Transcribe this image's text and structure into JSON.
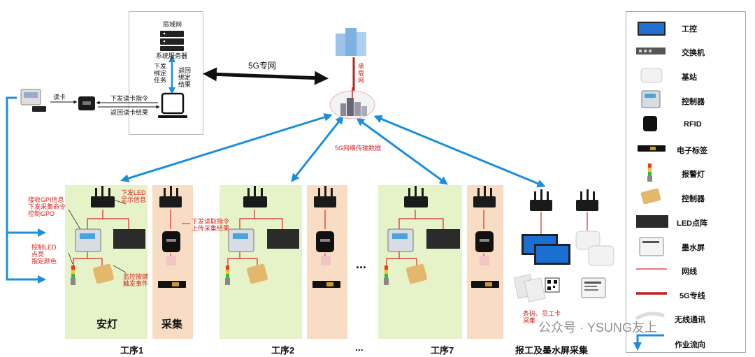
{
  "server_panel": {
    "lan": "局域网",
    "server": "系统服务器",
    "down_label": "下发\n绑定\n任务",
    "up_label": "返回\n绑定\n结果"
  },
  "reader": {
    "read_card": "读卡",
    "send_cmd": "下发读卡指令",
    "return_result": "返回读卡结果"
  },
  "network": {
    "5g_private": "5G专网",
    "carrier_net": "承\n载\n网",
    "5g_transfer": "5G网络传输数据"
  },
  "annotations": {
    "gpi": "接收GPI信息\n下发采集命令\n控制GPO",
    "led_info": "下发LED\n显示信息",
    "control_led": "控制LED\n点亮\n指定颜色",
    "monitor_button": "监控按键\n触发事件",
    "read_cmd": "下发读取指令\n上传采集结果",
    "barcode": "条码、员工卡\n采集"
  },
  "zones": {
    "andeng": "安灯",
    "caiji": "采集"
  },
  "processes": [
    "工序1",
    "工序2",
    "...",
    "工序7",
    "报工及墨水屏采集"
  ],
  "dots": "...",
  "watermark": "公众号 · YSUNG友上",
  "legend": [
    {
      "label": "工控",
      "icon": "monitor-icon"
    },
    {
      "label": "交换机",
      "icon": "switch-icon"
    },
    {
      "label": "基站",
      "icon": "base-station-icon"
    },
    {
      "label": "控制器",
      "icon": "controller-icon"
    },
    {
      "label": "RFID",
      "icon": "rfid-icon"
    },
    {
      "label": "电子标签",
      "icon": "tag-icon"
    },
    {
      "label": "报警灯",
      "icon": "alarm-light-icon"
    },
    {
      "label": "控制器",
      "icon": "button-controller-icon"
    },
    {
      "label": "LED点阵",
      "icon": "led-matrix-icon"
    },
    {
      "label": "墨水屏",
      "icon": "eink-icon"
    },
    {
      "label": "网线",
      "icon": "network-cable-icon"
    },
    {
      "label": "5G专线",
      "icon": "5g-line-icon"
    },
    {
      "label": "无线通讯",
      "icon": "wireless-icon"
    },
    {
      "label": "作业流向",
      "icon": "flow-arrow-icon"
    }
  ],
  "colors": {
    "blue_arrow": "#1a8fe0",
    "red_line": "#d42a2a",
    "green_zone": "#e6f2c8",
    "peach_zone": "#f8dcc4"
  }
}
